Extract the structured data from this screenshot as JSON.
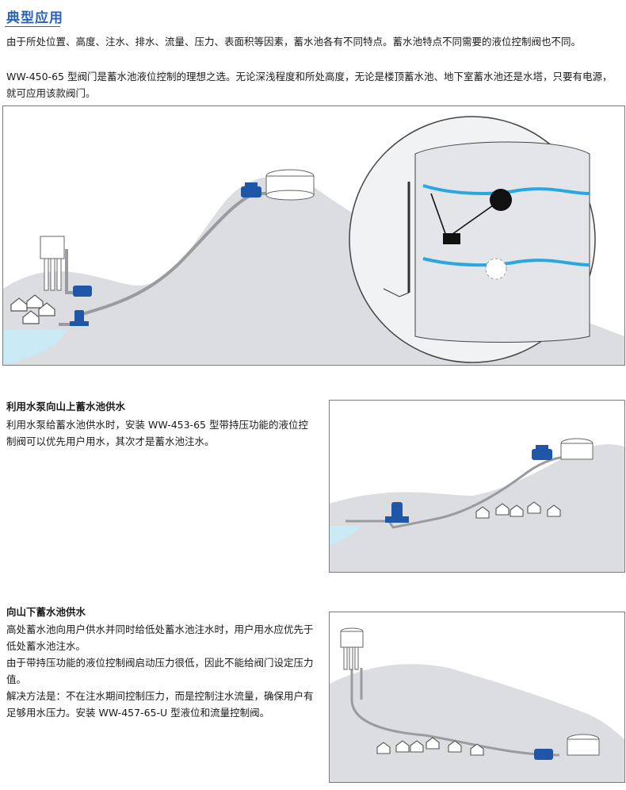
{
  "page": {
    "title": "典型应用",
    "intro": "由于所处位置、高度、注水、排水、流量、压力、表面积等因素，蓄水池各有不同特点。蓄水池特点不同需要的液位控制阀也不同。",
    "intro2": "WW-450-65 型阀门是蓄水池液位控制的理想之选。无论深浅程度和所处高度，无论是楼顶蓄水池、地下室蓄水池还是水塔，只要有电源，就可应用该款阀门。"
  },
  "section2": {
    "heading": "利用水泵向山上蓄水池供水",
    "text": "利用水泵给蓄水池供水时，安装 WW-453-65 型带持压功能的液位控制阀可以优先用户用水，其次才是蓄水池注水。"
  },
  "section3": {
    "heading": "向山下蓄水池供水",
    "text1": "高处蓄水池向用户供水并同时给低处蓄水池注水时，用户用水应优先于低处蓄水池注水。",
    "text2": "由于带持压功能的液位控制阀启动压力很低，因此不能给阀门设定压力值。",
    "text3": "解决方法是：不在注水期间控制压力，而是控制注水流量，确保用户有足够用水压力。安装 WW-457-65-U 型液位和流量控制阀。"
  },
  "colors": {
    "accent": "#2a62b8",
    "hill": "#dcdde0",
    "water": "#c9e9f4",
    "valve": "#1f56a8"
  }
}
